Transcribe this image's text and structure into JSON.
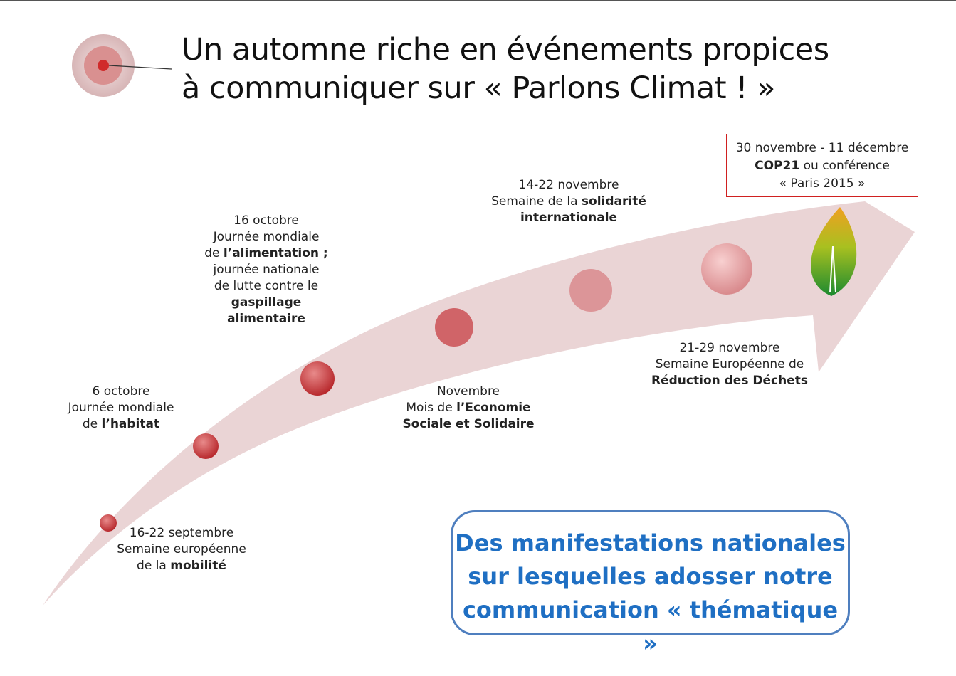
{
  "title": {
    "line1": "Un automne riche en événements propices",
    "line2": "à communiquer sur « Parlons Climat ! »"
  },
  "events": [
    {
      "date": "16-22 septembre",
      "l2": "Semaine européenne",
      "l3pre": "de la ",
      "l3b": "mobilité"
    },
    {
      "date": "6 octobre",
      "l2": "Journée mondiale",
      "l3pre": "de ",
      "l3b": "l’habitat"
    },
    {
      "date": "16 octobre",
      "l2": "Journée mondiale",
      "l3pre": "de ",
      "l3b": "l’alimentation ;",
      "l4": "journée nationale",
      "l5": "de lutte contre le",
      "l6b": "gaspillage",
      "l7b": "alimentaire"
    },
    {
      "date": "Novembre",
      "l2pre": "Mois de ",
      "l2b": "l’Economie",
      "l3b": "Sociale et Solidaire"
    },
    {
      "date": "14-22 novembre",
      "l2pre": "Semaine de la ",
      "l2b": "solidarité",
      "l3b": "internationale"
    },
    {
      "date": "21-29 novembre",
      "l2": "Semaine Européenne de",
      "l3b": "Réduction des Déchets"
    }
  ],
  "cop": {
    "date": "30 novembre - 11 décembre",
    "b": "COP21",
    "rest": " ou conférence",
    "l3": "« Paris 2015 »"
  },
  "callout": {
    "l1": "Des manifestations nationales",
    "l2": "sur lesquelles adosser notre",
    "l3": "communication « thématique »"
  },
  "colors": {
    "arrow": "#e8cfd0",
    "dot": "#c8373a",
    "box_red": "#d02020",
    "callout_blue": "#1f6fc3"
  }
}
